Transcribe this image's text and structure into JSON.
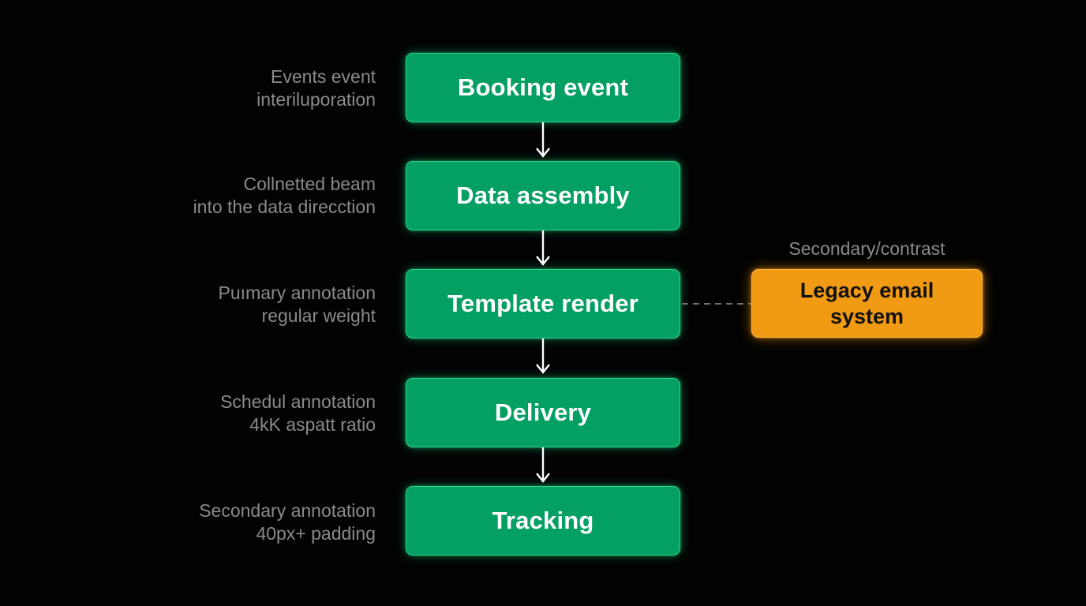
{
  "flow": {
    "steps": [
      {
        "label": "Booking event"
      },
      {
        "label": "Data assembly"
      },
      {
        "label": "Template render"
      },
      {
        "label": "Delivery"
      },
      {
        "label": "Tracking"
      }
    ],
    "annotations": [
      {
        "line1": "Events event",
        "line2": "interiluporation"
      },
      {
        "line1": "Collnetted beam",
        "line2": "into the data direcction"
      },
      {
        "line1": "Puımary annotation",
        "line2": "regular weight"
      },
      {
        "line1": "Schedul annotation",
        "line2": "4kK aspatt ratio"
      },
      {
        "line1": "Secondary annotation",
        "line2": "40px+ padding"
      }
    ]
  },
  "side": {
    "caption": "Secondary/contrast",
    "box_line1": "Legacy email",
    "box_line2": "system"
  },
  "colors": {
    "background": "#000000",
    "primary_step": "#049f63",
    "primary_border": "#28d88a",
    "legacy_box": "#f19a14",
    "annotation_text": "#8a8a8a",
    "arrow": "#ffffff",
    "connector": "#6f6f6f"
  },
  "icons": {
    "flow_arrow": "arrow-down-icon"
  }
}
